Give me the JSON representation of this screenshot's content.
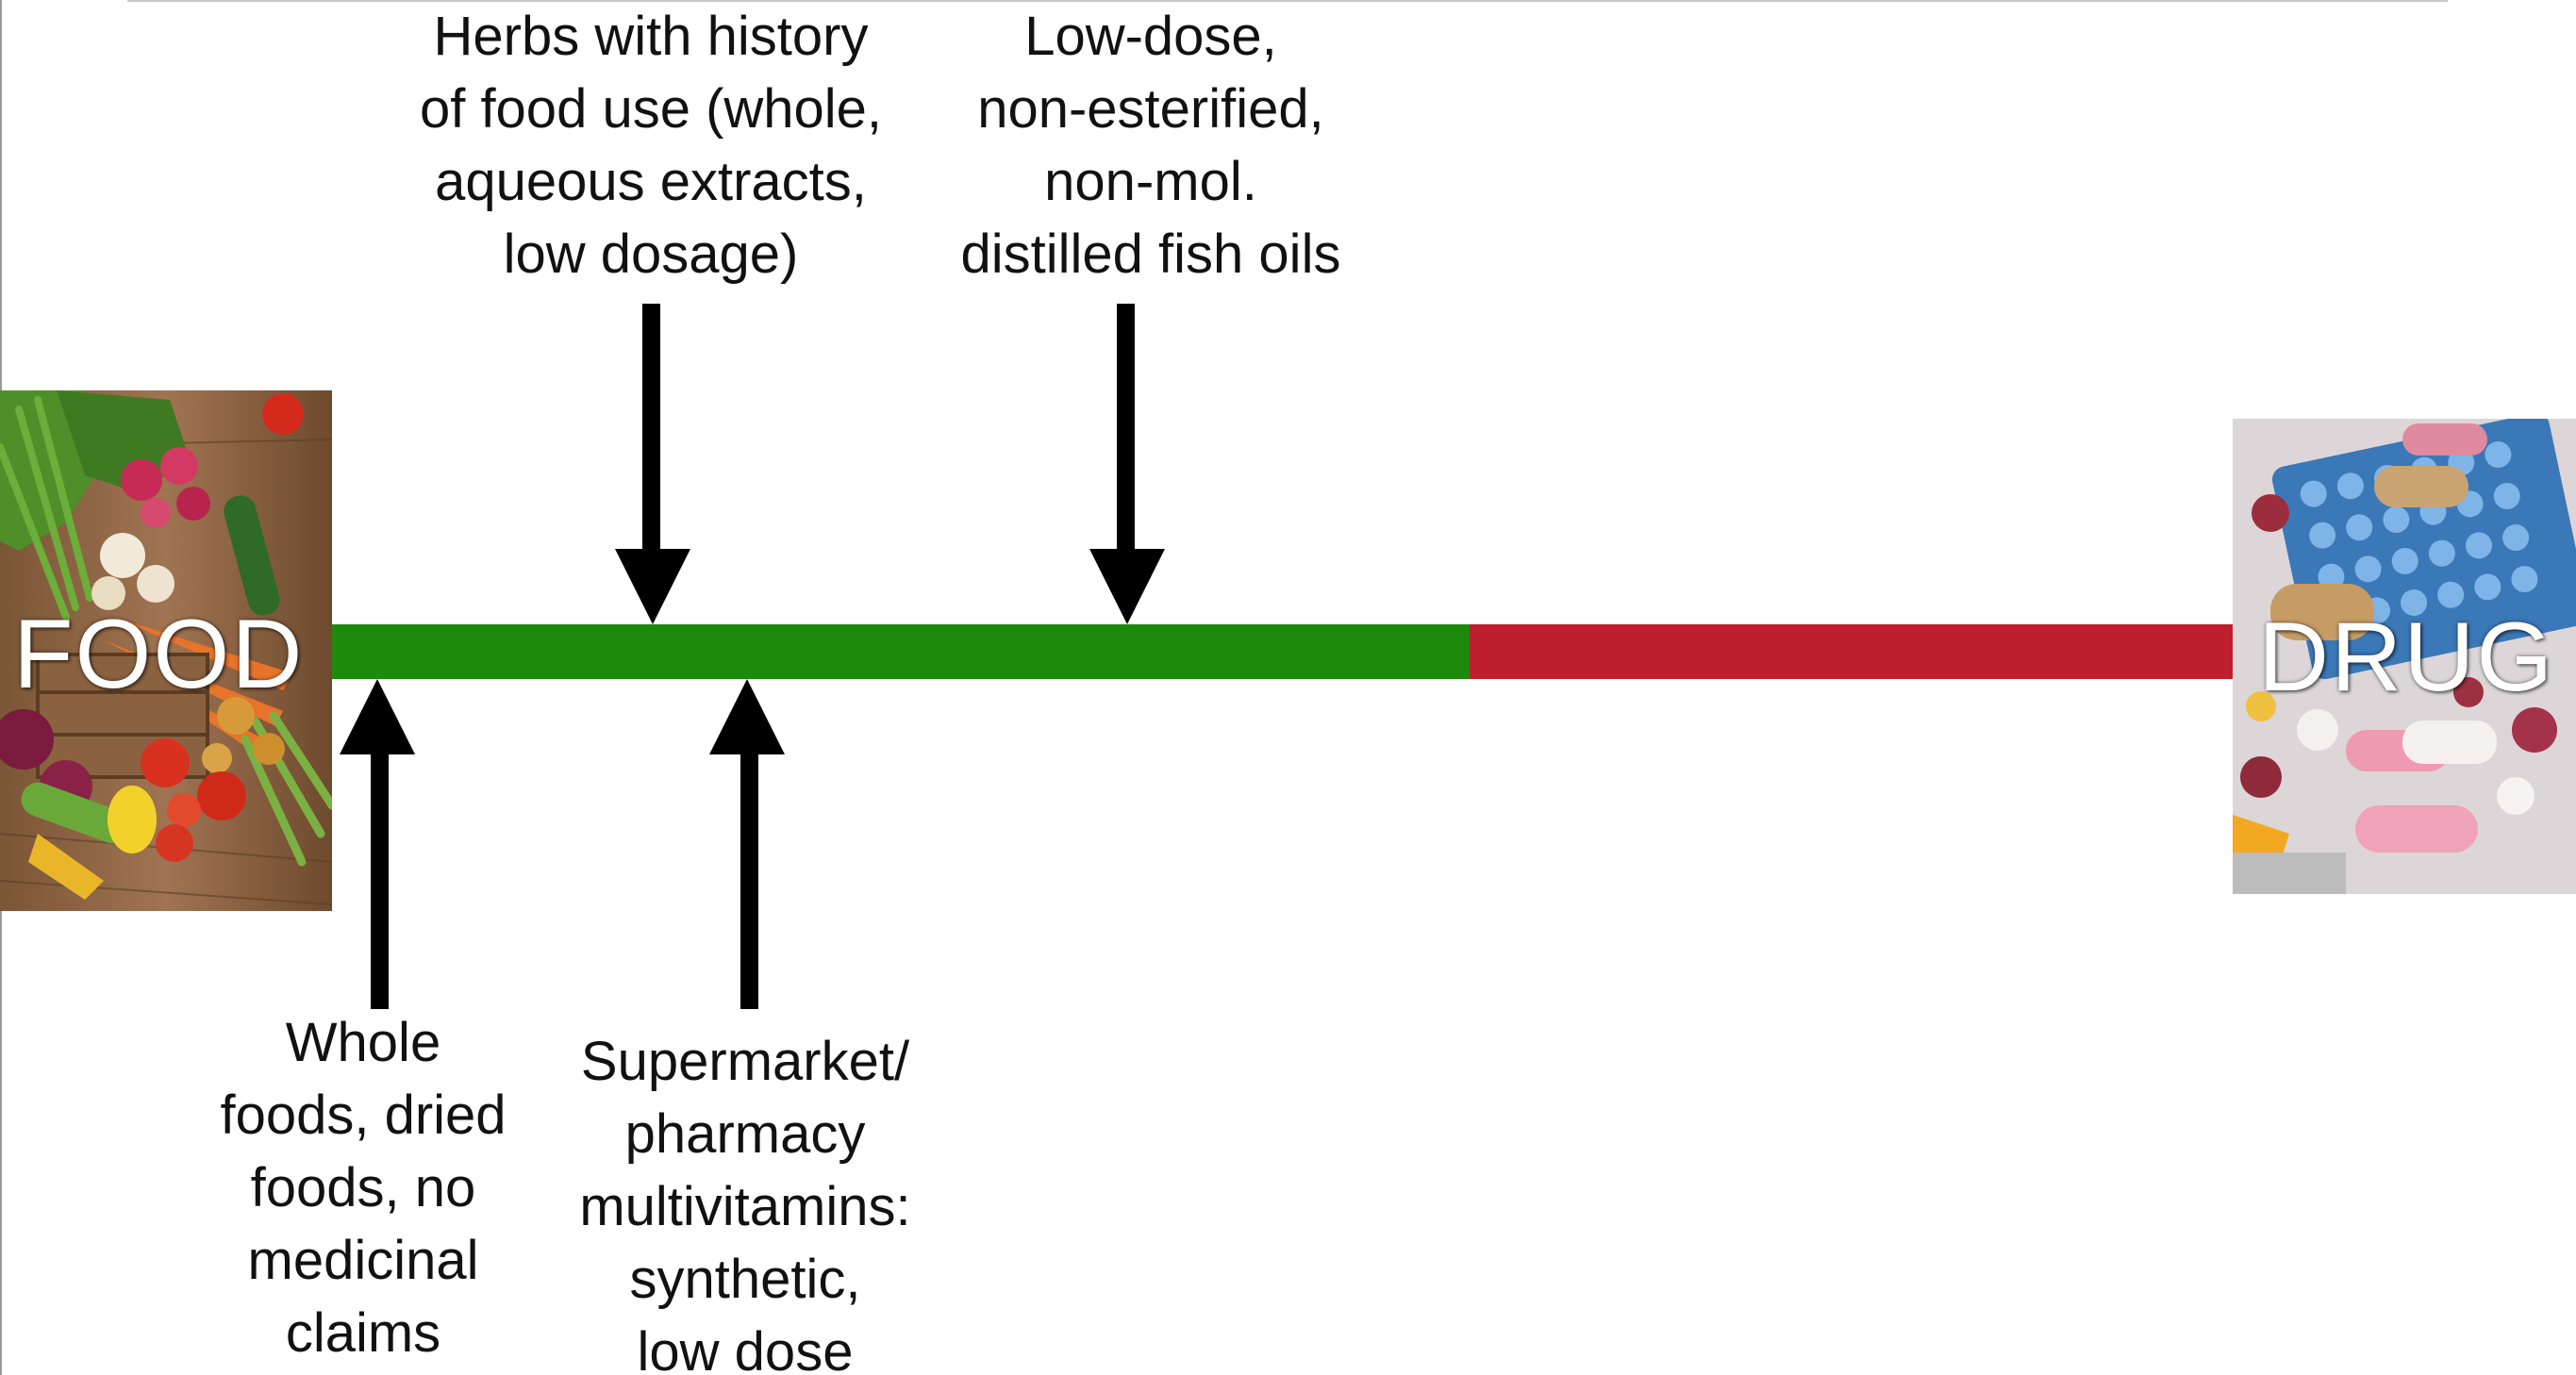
{
  "spectrum": {
    "left_label": "FOOD",
    "right_label": "DRUG",
    "safe_color": "#1e8a0c",
    "risk_color": "#be1e2d",
    "safe_fraction": 0.598
  },
  "annotations": {
    "herbs": "Herbs with history\nof food use (whole,\naqueous extracts,\nlow dosage)",
    "fish_oils": "Low-dose,\nnon-esterified,\nnon-mol.\ndistilled fish oils",
    "whole_foods": "Whole\nfoods, dried\nfoods, no\nmedicinal\nclaims",
    "multivitamins": "Supermarket/\npharmacy\nmultivitamins:\nsynthetic,\nlow dose"
  },
  "icons": {
    "food": "vegetables-photo-icon",
    "drug": "pills-photo-icon",
    "arrow": "arrow-icon"
  }
}
